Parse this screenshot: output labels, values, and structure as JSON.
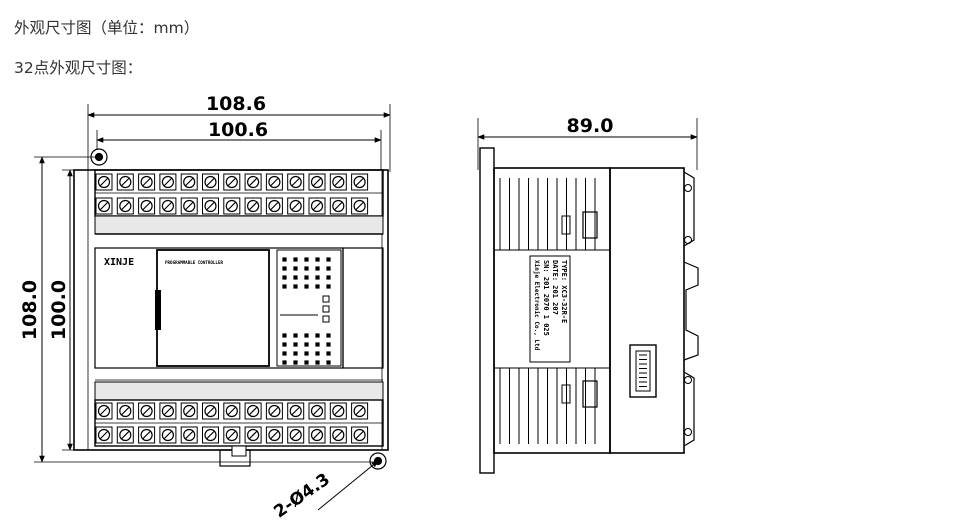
{
  "captions": {
    "title": "外观尺寸图（单位：mm）",
    "subtitle": "32点外观尺寸图："
  },
  "front_view": {
    "outer_width": "108.6",
    "inner_width": "100.6",
    "outer_height": "108.0",
    "inner_height": "100.0",
    "hole": "2-Ø4.3",
    "brand": "XINJE",
    "panel_text": "PROGRAMMABLE CONTROLLER"
  },
  "side_view": {
    "depth": "89.0",
    "label_lines": [
      "TYPE: XC3-32R-E",
      "DATE: 201 207",
      "SN: 201 2070 1 025",
      "Xinje Electronic Co., Ltd"
    ]
  },
  "colors": {
    "line": "#000000",
    "text": "#333333"
  }
}
